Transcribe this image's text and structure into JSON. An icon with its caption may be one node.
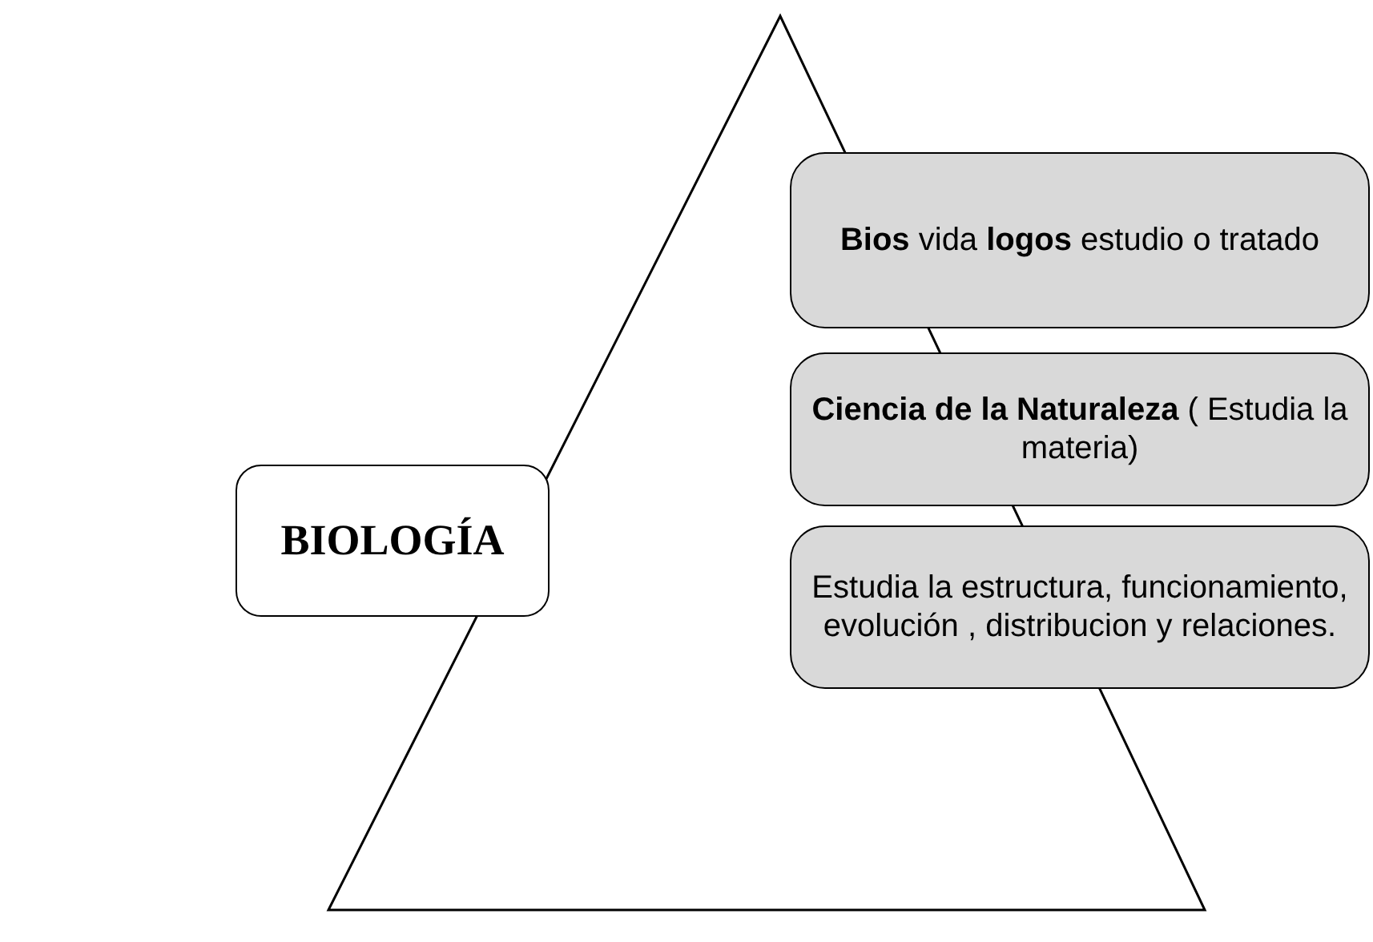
{
  "diagram": {
    "nodes": [
      {
        "text": [
          "BIOLOGÍA"
        ]
      },
      {
        "text": [
          "**Bios** vida **logos** estudio o tratado"
        ]
      },
      {
        "text": [
          "**Ciencia de la Naturaleza** ( Estudia la materia)"
        ]
      },
      {
        "text": [
          "Estudia la estructura, funcionamiento, evolución , distribucion y relaciones."
        ]
      }
    ]
  }
}
